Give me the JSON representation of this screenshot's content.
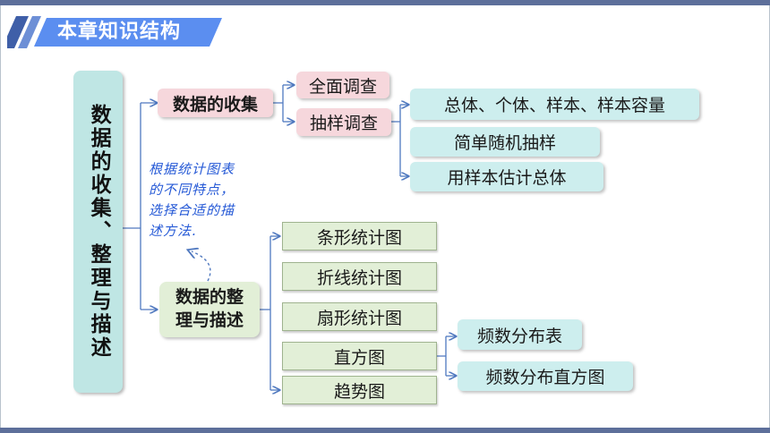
{
  "header": {
    "title": "本章知识结构"
  },
  "root": {
    "label": "数据的收集、整理与描述"
  },
  "collect": {
    "label": "数据的收集",
    "census": "全面调查",
    "sampling": "抽样调查",
    "sampling_children": [
      "总体、个体、样本、样本容量",
      "简单随机抽样",
      "用样本估计总体"
    ]
  },
  "organize": {
    "label_line1": "数据的整",
    "label_line2": "理与描述",
    "charts": [
      "条形统计图",
      "折线统计图",
      "扇形统计图",
      "直方图",
      "趋势图"
    ],
    "histogram_children": [
      "频数分布表",
      "频数分布直方图"
    ]
  },
  "note": {
    "lines": [
      "根据统计图表",
      "的不同特点，",
      "选择合适的描",
      "述方法."
    ]
  },
  "colors": {
    "banner": "#5b8ef0",
    "connector": "#4f78bf",
    "note_text": "#2559d6",
    "root_fill": "#bfe6e4",
    "pink_fill": "#f6d7dc",
    "teal_fill": "#cdeeee",
    "green_fill": "#e2efd7"
  }
}
